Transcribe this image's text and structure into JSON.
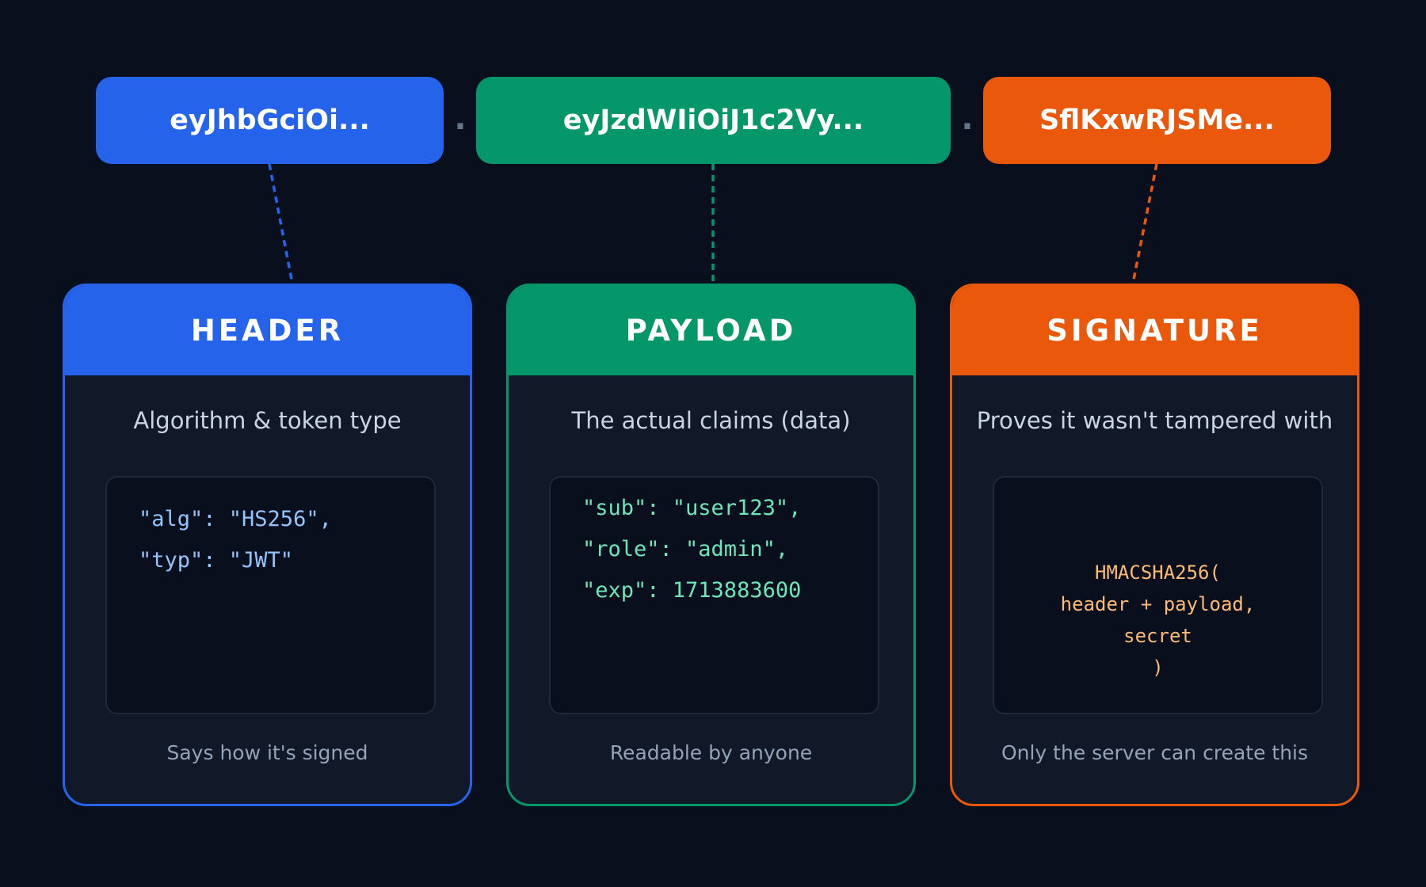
{
  "token": {
    "header": "eyJhbGciOi...",
    "payload": "eyJzdWIiOiJ1c2Vy...",
    "signature": "SflKxwRJSMe...",
    "separator": "."
  },
  "sections": {
    "header": {
      "title": "HEADER",
      "description": "Algorithm & token type",
      "code": [
        "\"alg\": \"HS256\",",
        "\"typ\": \"JWT\""
      ],
      "footer": "Says how it's signed"
    },
    "payload": {
      "title": "PAYLOAD",
      "description": "The actual claims (data)",
      "code": [
        "\"sub\": \"user123\",",
        "\"role\": \"admin\",",
        "\"exp\": 1713883600"
      ],
      "footer": "Readable by anyone"
    },
    "signature": {
      "title": "SIGNATURE",
      "description": "Proves it wasn't tampered with",
      "code": [
        "HMACSHA256(",
        "header + payload,",
        "secret",
        ")"
      ],
      "footer": "Only the server can create this"
    }
  },
  "colors": {
    "background": "#0a0f1e",
    "header": "#2563eb",
    "payload": "#059669",
    "signature": "#ea580c"
  }
}
